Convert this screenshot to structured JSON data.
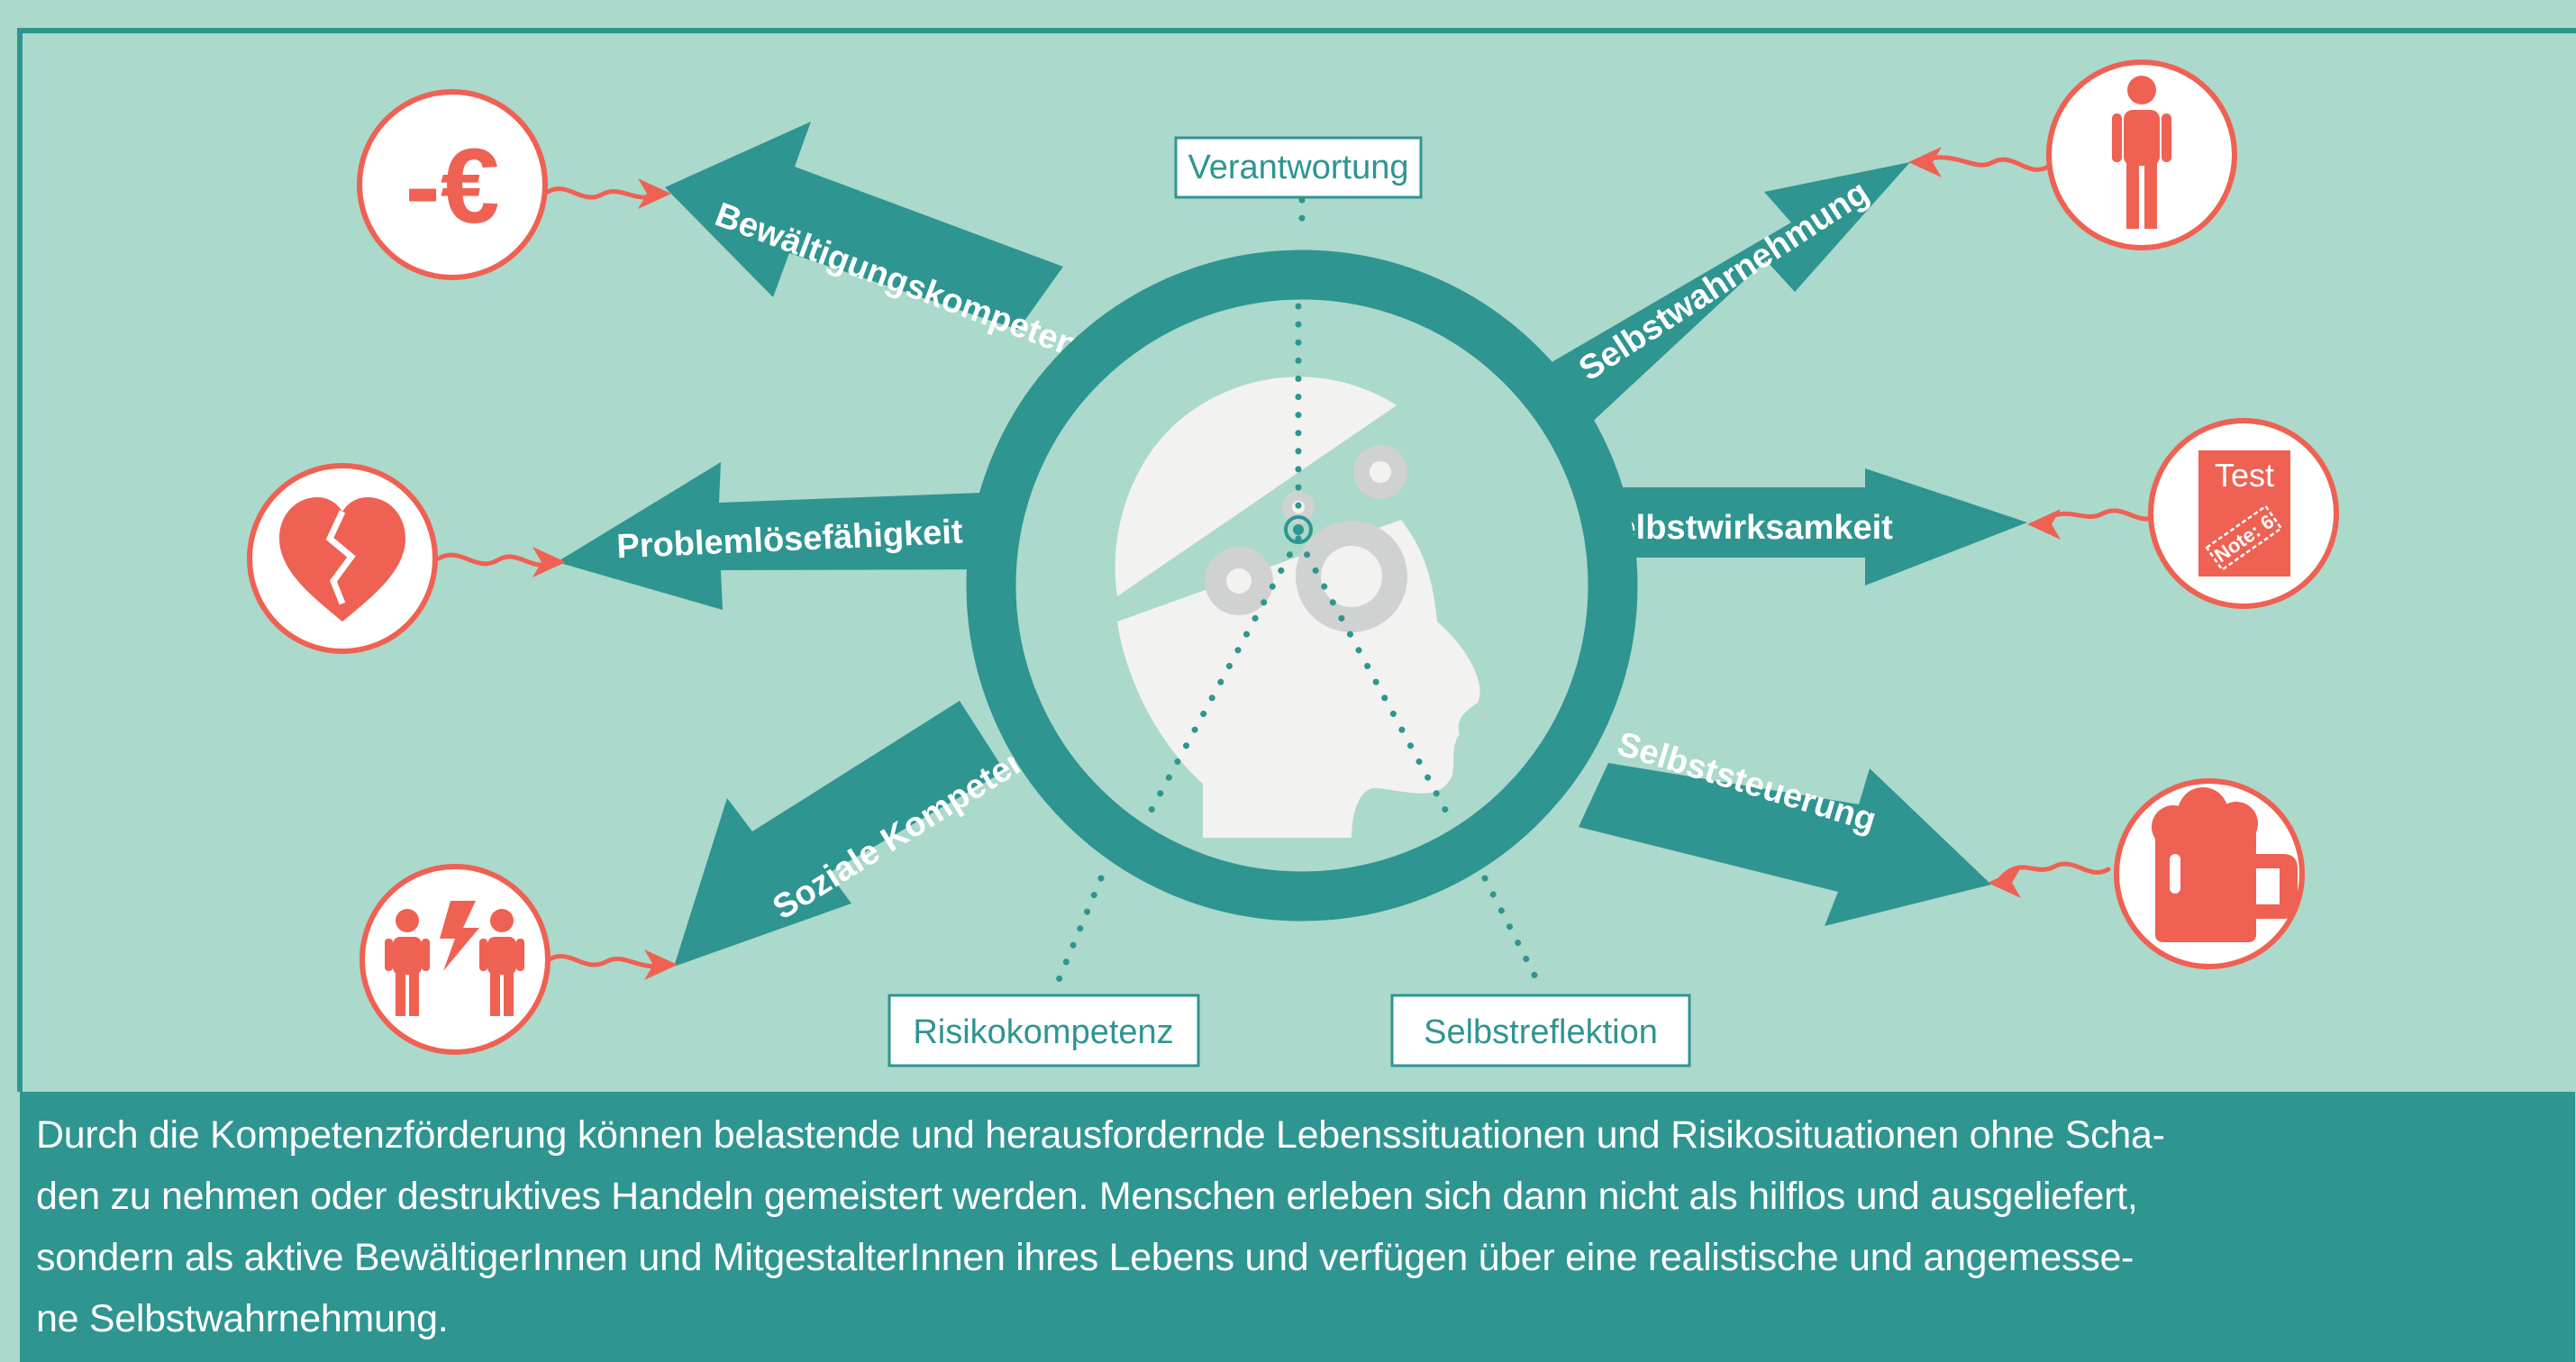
{
  "center": {
    "top_label": "Verantwortung",
    "bottom_left_label": "Risikokompetenz",
    "bottom_right_label": "Selbstreflektion"
  },
  "arrows": {
    "coping": "Bewältigungskompetenz",
    "problem_solving": "Problemlösefähigkeit",
    "social": "Soziale Kompetenz",
    "self_perception": "Selbstwahrnehmung",
    "self_efficacy": "Selbstwirksamkeit",
    "self_control": "Selbststeuerung"
  },
  "icons": {
    "euro_text": "-€",
    "test_title": "Test",
    "test_grade": "Note: 6",
    "names": [
      "minus-euro-icon",
      "broken-heart-icon",
      "conflict-icon",
      "person-icon",
      "test-note-icon",
      "beer-mug-icon"
    ]
  },
  "caption": {
    "line1": "Durch die Kompetenzförderung können belastende und herausfordernde Lebenssituationen und Risikosituationen ohne Scha-",
    "line2": "den zu nehmen oder destruktives Handeln gemeistert werden. Menschen erleben sich dann nicht als hilflos und ausgeliefert,",
    "line3": "sondern als aktive BewältigerInnen und MitgestalterInnen ihres Lebens und verfügen über eine realistische und angemesse-",
    "line4": "ne Selbstwahrnehmung."
  },
  "colors": {
    "background": "#abd9cb",
    "teal": "#2e9591",
    "coral": "#ef6153",
    "white": "#ffffff",
    "head": "#f2f2f0"
  }
}
